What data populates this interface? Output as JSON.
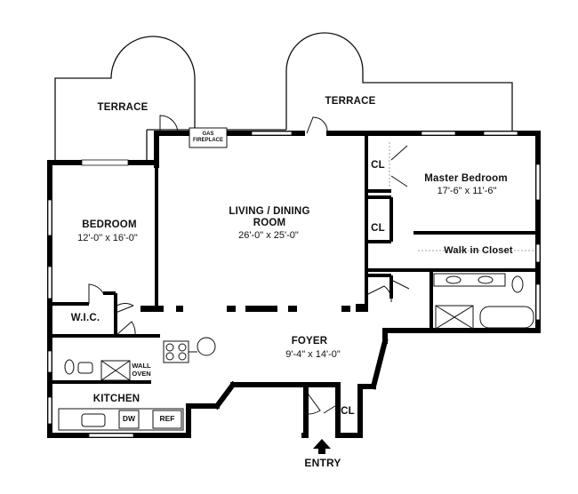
{
  "rooms": {
    "terrace_left": "TERRACE",
    "terrace_right": "TERRACE",
    "bedroom": {
      "name": "BEDROOM",
      "dims": "12'-0\" x 16'-0\""
    },
    "living": {
      "name_line1": "LIVING / DINING",
      "name_line2": "ROOM",
      "dims": "26'-0\" x 25'-0\""
    },
    "master": {
      "name": "Master Bedroom",
      "dims": "17'-6\" x 11'-6\""
    },
    "walkin": "Walk in Closet",
    "foyer": {
      "name": "FOYER",
      "dims": "9'-4\" x 14'-0\""
    },
    "kitchen": "KITCHEN",
    "wic": "W.I.C.",
    "cl_master_top": "CL",
    "cl_master_bottom": "CL",
    "cl_entry": "CL"
  },
  "fixtures": {
    "fireplace_line1": "GAS",
    "fireplace_line2": "FIREPLACE",
    "wall_oven_line1": "WALL",
    "wall_oven_line2": "OVEN",
    "dishwasher": "DW",
    "refrigerator": "REF"
  },
  "entry_label": "ENTRY"
}
